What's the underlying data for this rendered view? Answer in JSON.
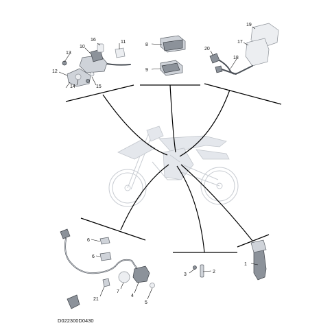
{
  "diagram_code": "D022300D0430",
  "callouts": [
    "1",
    "2",
    "3",
    "4",
    "5",
    "6",
    "6",
    "7",
    "8",
    "9",
    "10",
    "11",
    "12",
    "13",
    "14",
    "15",
    "16",
    "17",
    "18",
    "19",
    "20",
    "21"
  ]
}
